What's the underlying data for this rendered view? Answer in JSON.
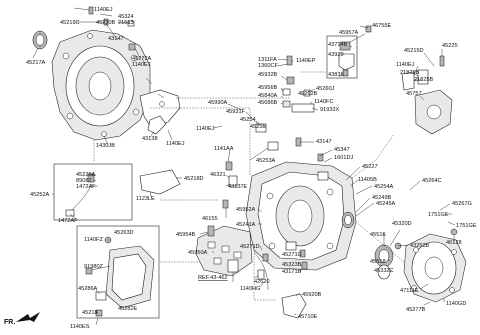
{
  "diagram_labels": {
    "p1140EJ_a": "1140EJ",
    "p45324": "45324",
    "p45219C": "45219C",
    "p45230B": "45230B",
    "p21513": "21513",
    "p45217A": "45217A",
    "p43147_a": "43147",
    "p45272A": "45272A",
    "p1140EJ_b": "1140EJ",
    "p43138": "43138",
    "p1140EJ_c": "1140EJ",
    "p1430JB": "1430JB",
    "p1311FA": "1311FA",
    "p1360CF": "1360CF",
    "p45932B": "45932B",
    "p1140EP": "1140EP",
    "p45956B": "45956B",
    "p45840A": "45840A",
    "p45686B": "45686B",
    "p45957A": "45957A",
    "p46755E": "46755E",
    "p43714B": "43714B",
    "p43929": "43929",
    "p43838": "43838",
    "p45215D": "45215D",
    "p45225": "45225",
    "p1140EJ_d": "1140EJ",
    "p21825B_a": "21825B",
    "p21825B_b": "21825B",
    "p45757": "45757",
    "p45260J": "45260J",
    "p45262B": "45262B",
    "p1140FC": "1140FC",
    "p91932X": "91932X",
    "p45990A": "45990A",
    "p45931F": "45931F",
    "p1140EJ_e": "1140EJ",
    "p45254": "45254",
    "p45255": "45255",
    "p43147_b": "43147",
    "p45347": "45347",
    "p1601DJ": "1601DJ",
    "p1141AA": "1141AA",
    "p45253A": "45253A",
    "p46321": "46321",
    "p43137E": "43137E",
    "p45227": "45227",
    "p11405B": "11405B",
    "p45254A": "45254A",
    "p45264C": "45264C",
    "p45249B": "45249B",
    "p45245A": "45245A",
    "p45267G": "45267G",
    "p1751GE_a": "1751GE",
    "p1751GE_b": "1751GE",
    "p45228A": "45228A",
    "p89087": "89087",
    "p1472AF_a": "1472AF",
    "p45252A": "45252A",
    "p45218D": "45218D",
    "p1123LE": "1123LE",
    "p1472AF_b": "1472AF",
    "p46155": "46155",
    "p45952A": "45952A",
    "p45241A": "45241A",
    "p45320D": "45320D",
    "p45516": "45516",
    "p46128": "46128",
    "p43253B": "43253B",
    "p45518": "45518",
    "p45332C": "45332C",
    "p45263D": "45263D",
    "p1140FZ": "1140FZ",
    "p91980Z": "91980Z",
    "p45954B": "45954B",
    "p45950A": "45950A",
    "p45271D": "45271D",
    "p45271C": "45271C",
    "p45323B": "45323B",
    "p43171B": "43171B",
    "pRef": "REF.43-462",
    "p42620": "42620",
    "p1140HG": "1140HG",
    "p45920B": "45920B",
    "p47111E": "47111E",
    "p45286A": "45286A",
    "p45218": "45218",
    "p45282E": "45282E",
    "p45710E": "45710E",
    "p1140GD": "1140GD",
    "p45277B": "45277B",
    "p1140ES": "1140ES",
    "pFR": "FR."
  }
}
